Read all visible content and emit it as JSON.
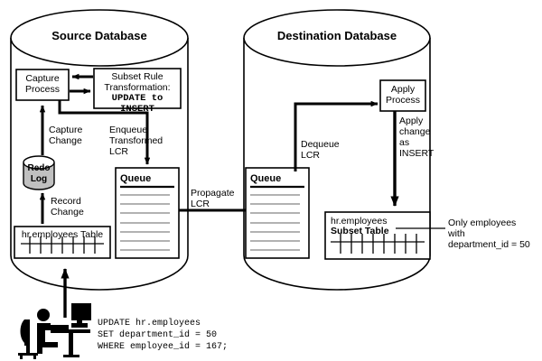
{
  "diagram": {
    "title_source": "Source Database",
    "title_destination": "Destination Database",
    "source": {
      "capture_process": "Capture\nProcess",
      "subset_rule_line1": "Subset Rule",
      "subset_rule_line2": "Transformation:",
      "subset_rule_line3": "UPDATE to INSERT",
      "capture_change": "Capture\nChange",
      "enqueue_label": "Enqueue\nTransformed\nLCR",
      "redo_log": "Redo\nLog",
      "record_change": "Record\nChange",
      "table_label": "hr.employees Table",
      "queue_label": "Queue"
    },
    "destination": {
      "queue_label": "Queue",
      "dequeue_label": "Dequeue\nLCR",
      "apply_process": "Apply\nProcess",
      "apply_change": "Apply\nchange\nas\nINSERT",
      "subset_table_line1": "hr.employees",
      "subset_table_line2": "Subset Table",
      "callout": "Only employees\nwith\ndepartment_id = 50"
    },
    "propagate_label": "Propagate\nLCR",
    "sql": "UPDATE hr.employees\nSET department_id = 50\nWHERE employee_id = 167;",
    "colors": {
      "stroke": "#000000",
      "background": "#ffffff",
      "redo_log_fill": "#c0c0c0",
      "queue_line": "#999999"
    }
  }
}
